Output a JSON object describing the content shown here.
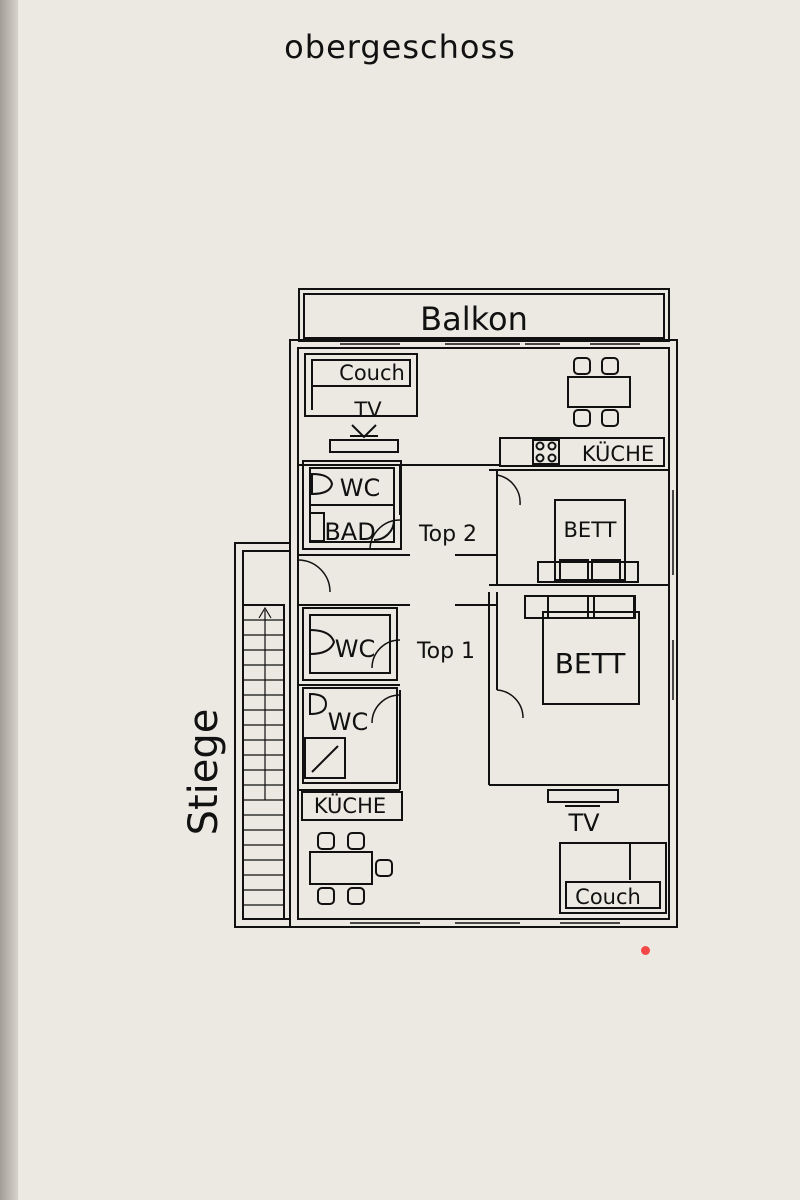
{
  "title": "obergeschoss",
  "labels": {
    "balkon": "Balkon",
    "stiege": "Stiege",
    "top2": "Top 2",
    "top1": "Top 1",
    "couch_top": "Couch",
    "tv_top": "TV",
    "kueche_top": "KÜCHE",
    "wc_top": "WC",
    "bad": "BAD",
    "bett_top": "BETT",
    "wc_mid": "WC",
    "wc_low": "WC",
    "bett_big": "BETT",
    "kueche_bottom": "KÜCHE",
    "tv_bottom": "TV",
    "couch_bottom": "Couch"
  },
  "colors": {
    "paper": "#ebe9e2",
    "ink": "#111111",
    "marker_dot": "#f44848"
  }
}
